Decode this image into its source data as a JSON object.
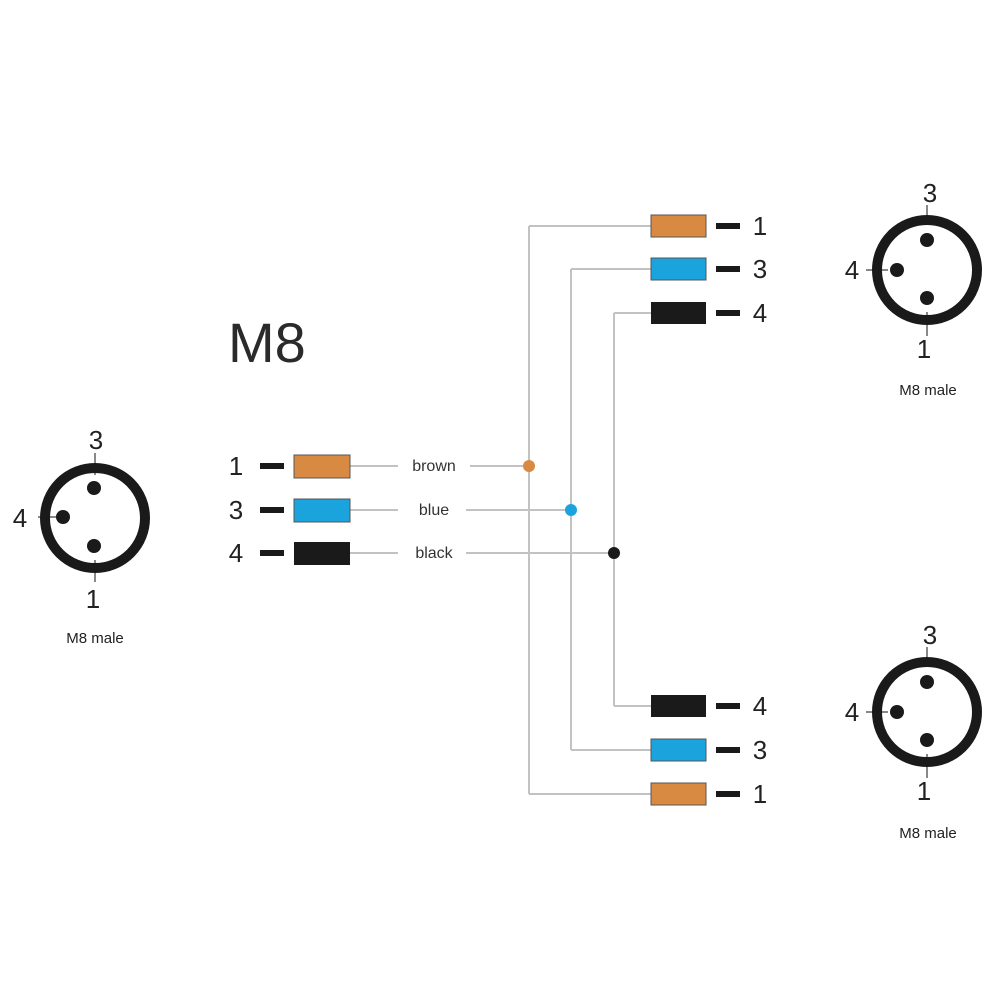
{
  "diagram": {
    "title": "M8",
    "colors": {
      "brown": "#d98a42",
      "blue": "#1ba3dd",
      "black": "#1a1a1a",
      "wire": "#c2c2c2",
      "connector": "#1a1a1a"
    },
    "main_cable": {
      "wires": [
        {
          "pin": "1",
          "color": "brown",
          "label": "brown"
        },
        {
          "pin": "3",
          "color": "blue",
          "label": "blue"
        },
        {
          "pin": "4",
          "color": "black",
          "label": "black"
        }
      ]
    },
    "branch_top": {
      "wires": [
        {
          "pin": "1",
          "color": "brown"
        },
        {
          "pin": "3",
          "color": "blue"
        },
        {
          "pin": "4",
          "color": "black"
        }
      ]
    },
    "branch_bottom": {
      "wires": [
        {
          "pin": "4",
          "color": "black"
        },
        {
          "pin": "3",
          "color": "blue"
        },
        {
          "pin": "1",
          "color": "brown"
        }
      ]
    },
    "connectors": [
      {
        "label": "M8 male",
        "pins": {
          "top": "3",
          "left": "4",
          "bottom": "1"
        }
      },
      {
        "label": "M8 male",
        "pins": {
          "top": "3",
          "left": "4",
          "bottom": "1"
        }
      },
      {
        "label": "M8 male",
        "pins": {
          "top": "3",
          "left": "4",
          "bottom": "1"
        }
      }
    ]
  }
}
